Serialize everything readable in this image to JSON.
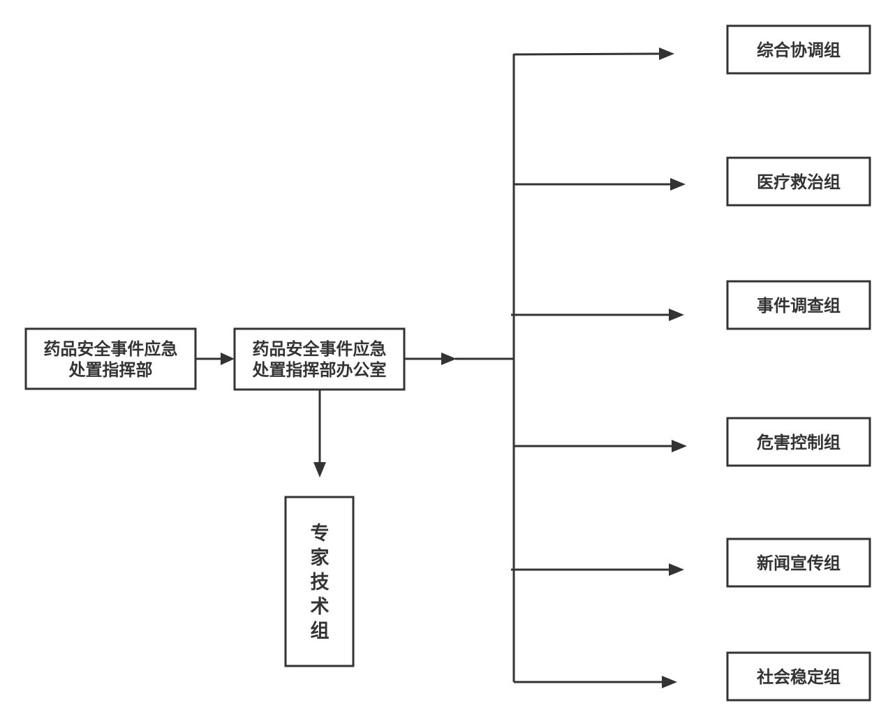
{
  "nodes": {
    "command_center": {
      "lines": [
        "药品安全事件应急",
        "处置指挥部"
      ]
    },
    "command_office": {
      "lines": [
        "药品安全事件应急",
        "处置指挥部办公室"
      ]
    },
    "expert_group": {
      "chars": [
        "专",
        "家",
        "技",
        "术",
        "组"
      ]
    },
    "groups": [
      {
        "label": "综合协调组"
      },
      {
        "label": "医疗救治组"
      },
      {
        "label": "事件调查组"
      },
      {
        "label": "危害控制组"
      },
      {
        "label": "新闻宣传组"
      },
      {
        "label": "社会稳定组"
      }
    ]
  },
  "colors": {
    "stroke": "#333333",
    "fill": "#ffffff",
    "text": "#333333"
  }
}
